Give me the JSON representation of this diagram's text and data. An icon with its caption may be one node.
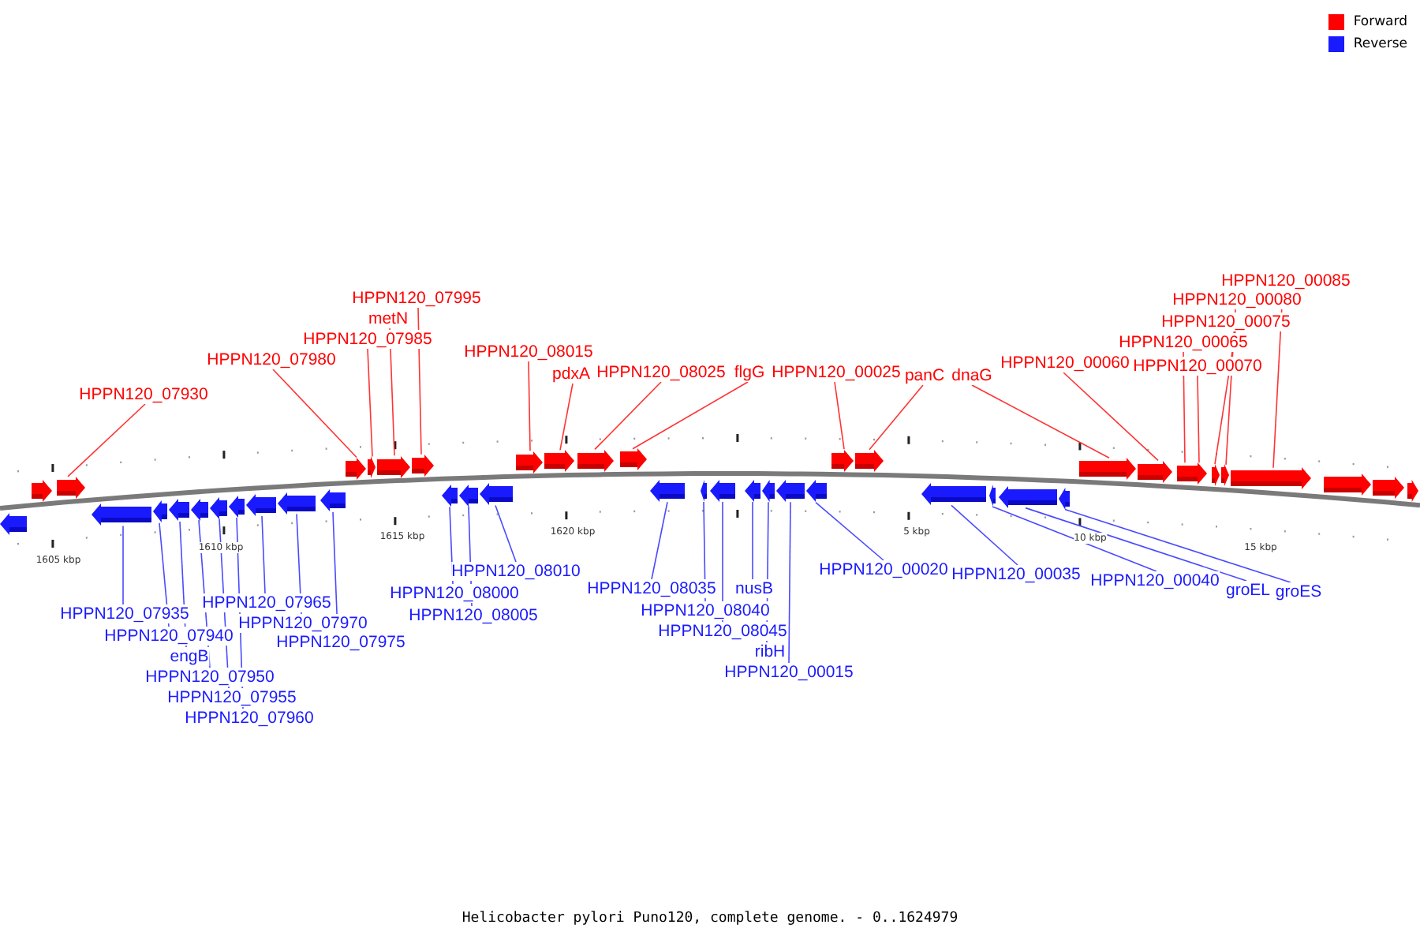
{
  "diagram": {
    "caption": "Helicobacter pylori Puno120, complete genome. - 0..1624979",
    "nodes": [
      {
        "text": [
          "HPPN120_07930"
        ]
      },
      {
        "text": [
          "HPPN120_07980"
        ]
      },
      {
        "text": [
          "HPPN120_07985"
        ]
      },
      {
        "text": [
          "metN"
        ]
      },
      {
        "text": [
          "HPPN120_07995"
        ]
      },
      {
        "text": [
          "HPPN120_08015"
        ]
      },
      {
        "text": [
          "pdxA"
        ]
      },
      {
        "text": [
          "HPPN120_08025"
        ]
      },
      {
        "text": [
          "flgG"
        ]
      },
      {
        "text": [
          "HPPN120_00025"
        ]
      },
      {
        "text": [
          "panC"
        ]
      },
      {
        "text": [
          "dnaG"
        ]
      },
      {
        "text": [
          "HPPN120_00060"
        ]
      },
      {
        "text": [
          "HPPN120_00065"
        ]
      },
      {
        "text": [
          "HPPN120_00070"
        ]
      },
      {
        "text": [
          "HPPN120_00075"
        ]
      },
      {
        "text": [
          "HPPN120_00080"
        ]
      },
      {
        "text": [
          "HPPN120_00085"
        ]
      },
      {
        "text": [],
        "shape": "arrow"
      },
      {
        "text": [],
        "shape": "arrow"
      },
      {
        "text": [],
        "shape": "arrow"
      },
      {
        "text": [],
        "shape": "arrow"
      },
      {
        "text": [],
        "shape": "arrow"
      },
      {
        "text": [],
        "shape": "arrow"
      },
      {
        "text": [],
        "shape": "arrow"
      },
      {
        "text": [],
        "shape": "arrow"
      },
      {
        "text": [],
        "shape": "arrow"
      },
      {
        "text": [],
        "shape": "arrow"
      },
      {
        "text": [],
        "shape": "arrow"
      },
      {
        "text": [],
        "shape": "arrow"
      },
      {
        "text": [],
        "shape": "arrow"
      },
      {
        "text": [],
        "shape": "arrow"
      },
      {
        "text": [],
        "shape": "arrow"
      },
      {
        "text": [],
        "shape": "arrow"
      },
      {
        "text": [],
        "shape": "arrow"
      },
      {
        "text": [],
        "shape": "arrow"
      },
      {
        "text": [],
        "shape": "arrow"
      },
      {
        "text": [],
        "shape": "arrow"
      },
      {
        "text": [],
        "shape": "arrow"
      },
      {
        "text": [],
        "shape": "arrow"
      },
      {
        "text": [],
        "shape": "arrow"
      },
      {
        "text": [],
        "shape": "arrow"
      },
      {
        "text": [],
        "shape": "arrow"
      },
      {
        "text": [],
        "shape": "arrow"
      },
      {
        "text": [],
        "shape": "arrow"
      },
      {
        "text": [],
        "shape": "arrow"
      },
      {
        "text": [],
        "shape": "arrow"
      },
      {
        "text": [],
        "shape": "arrow"
      },
      {
        "text": [],
        "shape": "arrow"
      },
      {
        "text": [],
        "shape": "arrow"
      },
      {
        "text": [],
        "shape": "arrow"
      },
      {
        "text": [],
        "shape": "arrow"
      },
      {
        "text": [],
        "shape": "arrow"
      },
      {
        "text": [],
        "shape": "arrow"
      },
      {
        "text": [],
        "shape": "arrow"
      },
      {
        "text": [],
        "shape": "arrow"
      },
      {
        "text": [],
        "shape": "arrow"
      },
      {
        "text": [],
        "shape": "arrow"
      },
      {
        "text": [],
        "shape": "arrow"
      },
      {
        "text": [],
        "shape": "arrow"
      },
      {
        "text": [],
        "shape": "arrow"
      },
      {
        "text": [],
        "shape": "arrow"
      },
      {
        "text": [],
        "shape": "arrow"
      },
      {
        "text": [
          "HPPN120_07935"
        ]
      },
      {
        "text": [
          "HPPN120_07940"
        ]
      },
      {
        "text": [
          "engB"
        ]
      },
      {
        "text": [
          "HPPN120_07950"
        ]
      },
      {
        "text": [
          "HPPN120_07955"
        ]
      },
      {
        "text": [
          "HPPN120_07960"
        ]
      },
      {
        "text": [
          "HPPN120_07965"
        ]
      },
      {
        "text": [
          "HPPN120_07970"
        ]
      },
      {
        "text": [
          "HPPN120_07975"
        ]
      },
      {
        "text": [
          "HPPN120_08000"
        ]
      },
      {
        "text": [
          "HPPN120_08005"
        ]
      },
      {
        "text": [
          "HPPN120_08010"
        ]
      },
      {
        "text": [
          "HPPN120_08035"
        ]
      },
      {
        "text": [
          "HPPN120_08040"
        ]
      },
      {
        "text": [
          "nusB"
        ]
      },
      {
        "text": [
          "HPPN120_08045"
        ]
      },
      {
        "text": [
          "ribH"
        ]
      },
      {
        "text": [
          "HPPN120_00015"
        ]
      },
      {
        "text": [
          "HPPN120_00020"
        ]
      },
      {
        "text": [
          "HPPN120_00035"
        ]
      },
      {
        "text": [
          "HPPN120_00040"
        ]
      },
      {
        "text": [
          "groEL"
        ]
      },
      {
        "text": [
          "groES"
        ]
      }
    ],
    "edges": [
      {
        "from": 0,
        "to": 19,
        "arrow": "none",
        "color": "#ff3333"
      },
      {
        "from": 1,
        "to": 20,
        "arrow": "none",
        "color": "#ff3333"
      },
      {
        "from": 2,
        "to": 21,
        "arrow": "none",
        "color": "#ff3333"
      },
      {
        "from": 3,
        "to": 22,
        "arrow": "none",
        "color": "#ff3333"
      },
      {
        "from": 4,
        "to": 23,
        "arrow": "none",
        "color": "#ff3333"
      },
      {
        "from": 5,
        "to": 24,
        "arrow": "none",
        "color": "#ff3333"
      },
      {
        "from": 6,
        "to": 25,
        "arrow": "none",
        "color": "#ff3333"
      },
      {
        "from": 7,
        "to": 26,
        "arrow": "none",
        "color": "#ff3333"
      },
      {
        "from": 8,
        "to": 27,
        "arrow": "none",
        "color": "#ff3333"
      },
      {
        "from": 9,
        "to": 28,
        "arrow": "none",
        "color": "#ff3333"
      },
      {
        "from": 10,
        "to": 29,
        "arrow": "none",
        "color": "#ff3333"
      },
      {
        "from": 11,
        "to": 30,
        "arrow": "none",
        "color": "#ff3333"
      },
      {
        "from": 12,
        "to": 31,
        "arrow": "none",
        "color": "#ff3333"
      },
      {
        "from": 13,
        "to": 32,
        "arrow": "none",
        "color": "#ff3333"
      },
      {
        "from": 14,
        "to": 32,
        "arrow": "none",
        "color": "#ff3333"
      },
      {
        "from": 15,
        "to": 33,
        "arrow": "none",
        "color": "#ff3333"
      },
      {
        "from": 16,
        "to": 34,
        "arrow": "none",
        "color": "#ff3333"
      },
      {
        "from": 17,
        "to": 35,
        "arrow": "none",
        "color": "#ff3333"
      },
      {
        "from": 63,
        "to": 40,
        "arrow": "none"
      },
      {
        "from": 64,
        "to": 41,
        "arrow": "none"
      },
      {
        "from": 65,
        "to": 42,
        "arrow": "none"
      },
      {
        "from": 66,
        "to": 43,
        "arrow": "none"
      },
      {
        "from": 67,
        "to": 44,
        "arrow": "none"
      },
      {
        "from": 68,
        "to": 45,
        "arrow": "none"
      },
      {
        "from": 69,
        "to": 46,
        "arrow": "none"
      },
      {
        "from": 70,
        "to": 47,
        "arrow": "none"
      },
      {
        "from": 71,
        "to": 48,
        "arrow": "none"
      },
      {
        "from": 72,
        "to": 49,
        "arrow": "none"
      },
      {
        "from": 73,
        "to": 50,
        "arrow": "none"
      },
      {
        "from": 74,
        "to": 51,
        "arrow": "none"
      },
      {
        "from": 75,
        "to": 52,
        "arrow": "none"
      },
      {
        "from": 76,
        "to": 53,
        "arrow": "none"
      },
      {
        "from": 77,
        "to": 55,
        "arrow": "none"
      },
      {
        "from": 78,
        "to": 54,
        "arrow": "none"
      },
      {
        "from": 79,
        "to": 56,
        "arrow": "none"
      },
      {
        "from": 80,
        "to": 57,
        "arrow": "none"
      },
      {
        "from": 81,
        "to": 58,
        "arrow": "none"
      },
      {
        "from": 82,
        "to": 59,
        "arrow": "none"
      },
      {
        "from": 83,
        "to": 60,
        "arrow": "none"
      },
      {
        "from": 84,
        "to": 61,
        "arrow": "none"
      },
      {
        "from": 85,
        "to": 62,
        "arrow": "none"
      }
    ],
    "labels": [
      "1605 kbp",
      "1610 kbp",
      "1615 kbp",
      "1620 kbp",
      "5 kbp",
      "10 kbp",
      "15 kbp"
    ],
    "legend": [
      {
        "text": "Forward",
        "color": "#ff0000"
      },
      {
        "text": "Reverse",
        "color": "#1a1aff"
      }
    ]
  }
}
